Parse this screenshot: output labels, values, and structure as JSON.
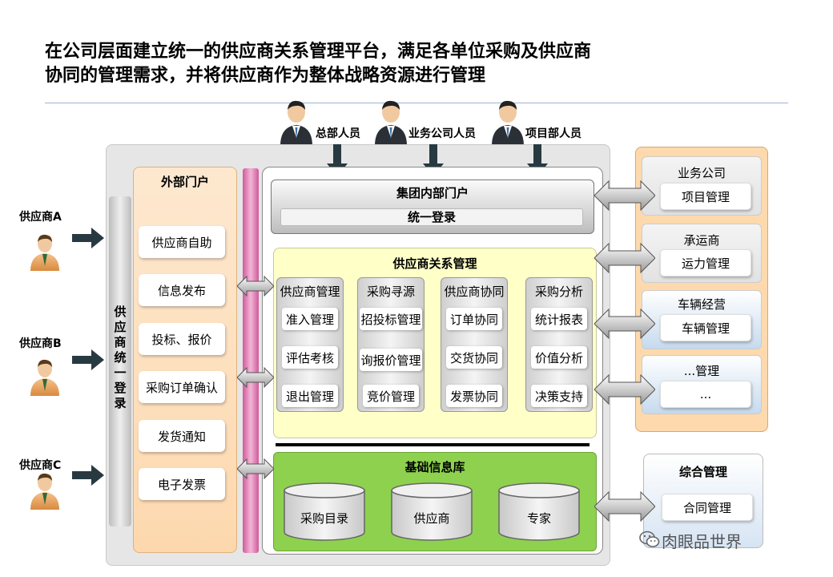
{
  "title": {
    "line1": "在公司层面建立统一的供应商关系管理平台，满足各单位采购及供应商",
    "line2": "协同的管理需求，并将供应商作为整体战略资源进行管理"
  },
  "users": [
    {
      "label": "总部人员"
    },
    {
      "label": "业务公司人员"
    },
    {
      "label": "项目部人员"
    }
  ],
  "suppliers": [
    {
      "label": "供应商A"
    },
    {
      "label": "供应商B"
    },
    {
      "label": "供应商C"
    }
  ],
  "supplier_login": "供应商统一登录",
  "external_portal": {
    "title": "外部门户",
    "items": [
      "供应商自助",
      "信息发布",
      "投标、报价",
      "采购订单确认",
      "发货通知",
      "电子发票"
    ]
  },
  "group_portal": {
    "title": "集团内部门户",
    "sso": "统一登录"
  },
  "srm": {
    "title": "供应商关系管理",
    "columns": [
      {
        "title": "供应商管理",
        "items": [
          "准入管理",
          "评估考核",
          "退出管理"
        ]
      },
      {
        "title": "采购寻源",
        "items": [
          "招投标管理",
          "询报价管理",
          "竞价管理"
        ]
      },
      {
        "title": "供应商协同",
        "items": [
          "订单协同",
          "交货协同",
          "发票协同"
        ]
      },
      {
        "title": "采购分析",
        "items": [
          "统计报表",
          "价值分析",
          "决策支持"
        ]
      }
    ]
  },
  "database": {
    "title": "基础信息库",
    "items": [
      "采购目录",
      "供应商",
      "专家"
    ]
  },
  "right_systems": [
    {
      "title": "业务公司",
      "item": "项目管理"
    },
    {
      "title": "承运商",
      "item": "运力管理"
    },
    {
      "title": "车辆经营",
      "item": "车辆管理"
    },
    {
      "title": "...管理",
      "item": "..."
    }
  ],
  "comprehensive": {
    "title": "综合管理",
    "item": "合同管理"
  },
  "watermark": "肉眼品世界",
  "colors": {
    "external_portal": "#fdd8ae",
    "srm": "#ffffc8",
    "database": "#8ed14e",
    "pink_bar": "#d05a9c",
    "arrow": "#283a41"
  }
}
